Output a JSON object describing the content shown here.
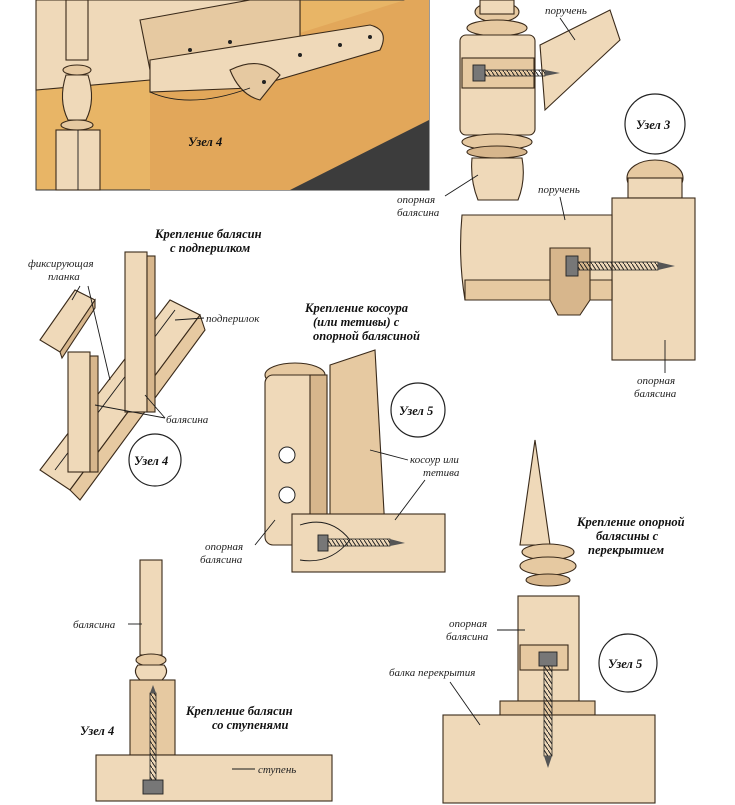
{
  "colors": {
    "wood_light": "#efd9b9",
    "wood_mid": "#e6c9a1",
    "wood_dark": "#b58a5a",
    "wall_orange": "#e8b566",
    "screw_gray": "#777777"
  },
  "panel_top_left": {
    "node_label": "Узел 4"
  },
  "panel_top_right": {
    "handrail_top": "поручень",
    "support_baluster_left_1": "опорная",
    "support_baluster_left_2": "балясина",
    "node_label": "Узел 3",
    "handrail_right": "поручень",
    "support_baluster_right_1": "опорная",
    "support_baluster_right_2": "балясина"
  },
  "panel_mid_left": {
    "title_1": "Крепление балясин",
    "title_2": "с подперилком",
    "fixing_plank_1": "фиксирующая",
    "fixing_plank_2": "планка",
    "sub_rail": "подперилок",
    "baluster": "балясина",
    "node_label": "Узел 4"
  },
  "panel_center": {
    "title_1": "Крепление косоура",
    "title_2": "(или тетивы) с",
    "title_3": "опорной балясиной",
    "node_label": "Узел 5",
    "stringer_1": "косоур или",
    "stringer_2": "тетива",
    "support_1": "опорная",
    "support_2": "балясина"
  },
  "panel_bottom_left": {
    "baluster": "балясина",
    "node_label": "Узел 4",
    "title_1": "Крепление балясин",
    "title_2": "со ступенями",
    "step": "ступень"
  },
  "panel_bottom_right": {
    "title_1": "Крепление опорной",
    "title_2": "балясины с",
    "title_3": "перекрытием",
    "support_1": "опорная",
    "support_2": "балясина",
    "beam": "балка перекрытия",
    "node_label": "Узел 5"
  }
}
